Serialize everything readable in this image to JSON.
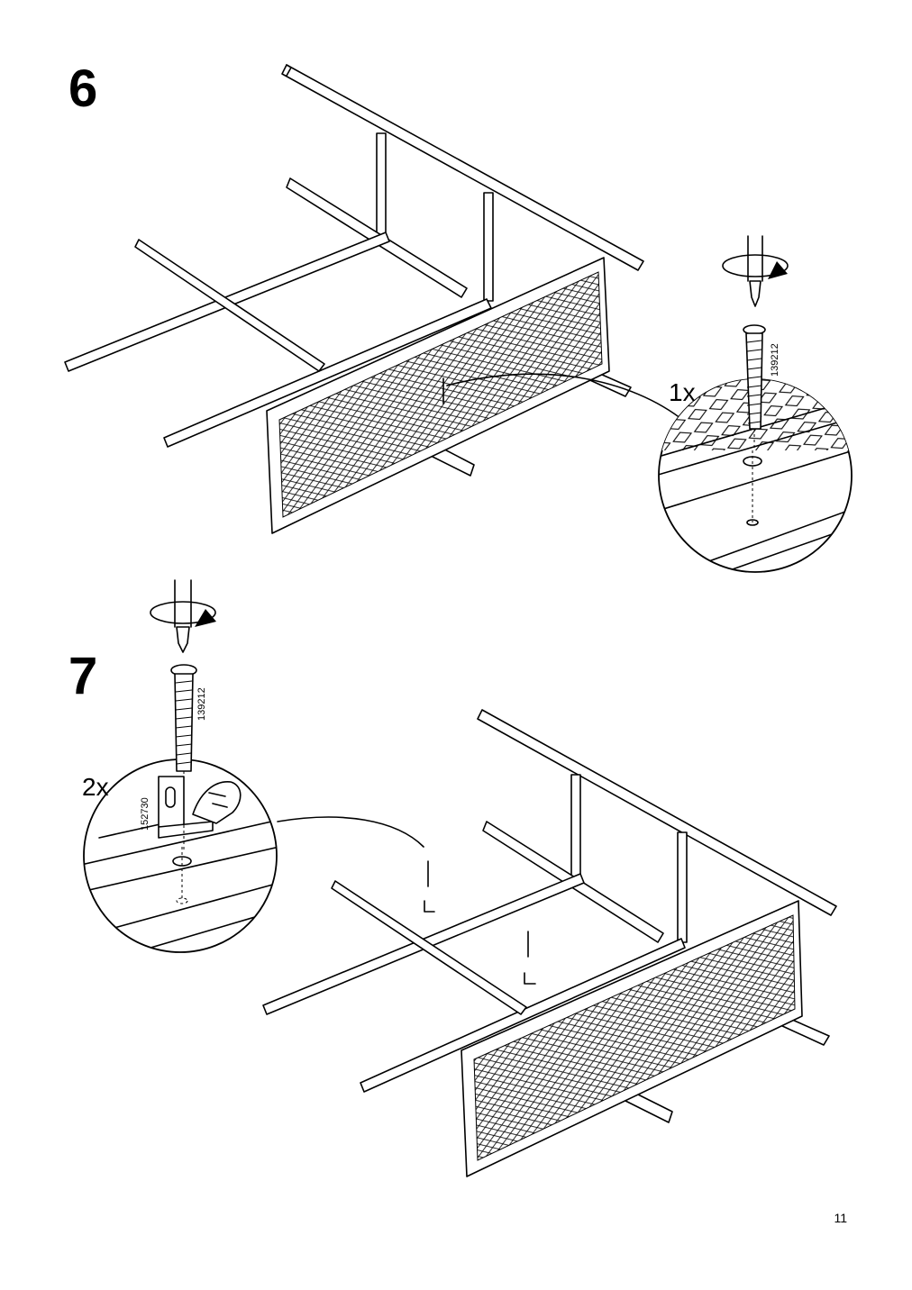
{
  "steps": [
    {
      "number": "6",
      "quantity": "1x",
      "part_code": "139212"
    },
    {
      "number": "7",
      "quantity": "2x",
      "screw_code": "139212",
      "bracket_code": "152730"
    }
  ],
  "page_number": "11",
  "icons": {
    "screwdriver": "screwdriver-rotate-clockwise-icon",
    "screw": "screw-icon",
    "bracket": "l-bracket-icon",
    "hand": "hand-press-icon"
  }
}
